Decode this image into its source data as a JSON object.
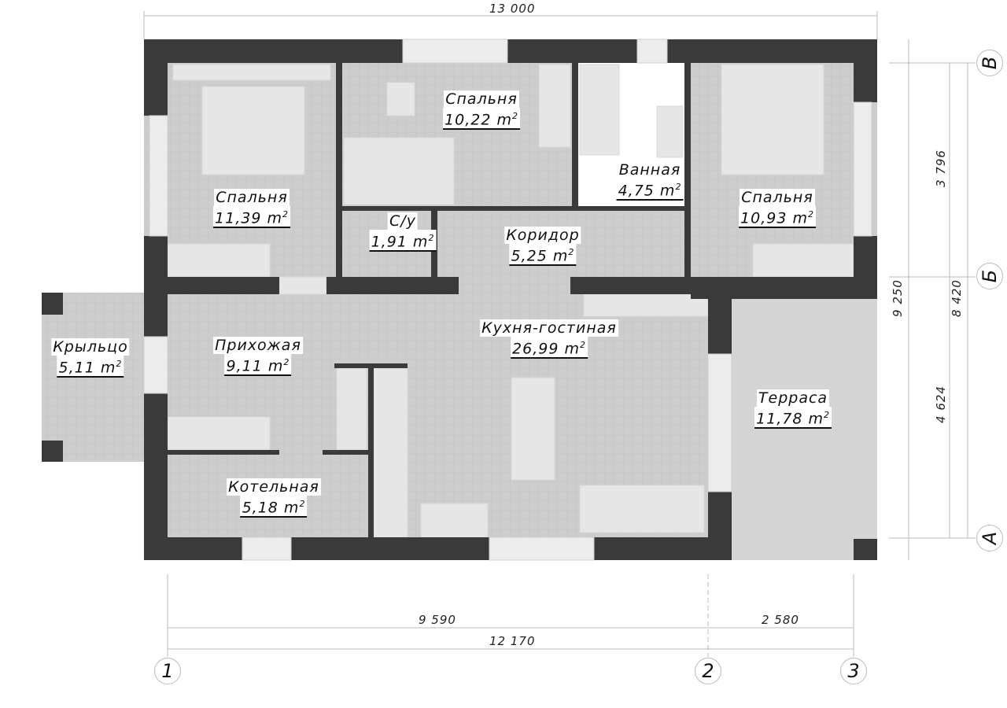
{
  "rooms": [
    {
      "name": "Спальня",
      "area": "11,39"
    },
    {
      "name": "Спальня",
      "area": "10,22"
    },
    {
      "name": "Ванная",
      "area": "4,75"
    },
    {
      "name": "Спальня",
      "area": "10,93"
    },
    {
      "name": "С/у",
      "area": "1,91"
    },
    {
      "name": "Коридор",
      "area": "5,25"
    },
    {
      "name": "Крыльцо",
      "area": "5,11"
    },
    {
      "name": "Прихожая",
      "area": "9,11"
    },
    {
      "name": "Кухня-гостиная",
      "area": "26,99"
    },
    {
      "name": "Терраса",
      "area": "11,78"
    },
    {
      "name": "Котельная",
      "area": "5,18"
    }
  ],
  "unit": "m",
  "unit_power": "2",
  "dimensions": {
    "top": "13 000",
    "bottom_left": "9 590",
    "bottom_right": "2 580",
    "bottom_total": "12 170",
    "right_total": "9 250",
    "right_upper": "3 796",
    "right_lower": "4 624",
    "right_axes": "8 420"
  },
  "axes": {
    "x": [
      "1",
      "2",
      "3"
    ],
    "y": [
      "В",
      "Б",
      "А"
    ]
  },
  "colors": {
    "wall": "#3a3a3a",
    "floor": "#cdcdcd",
    "terrace": "#d4d4d4",
    "furniture": "#e6e6e6"
  }
}
